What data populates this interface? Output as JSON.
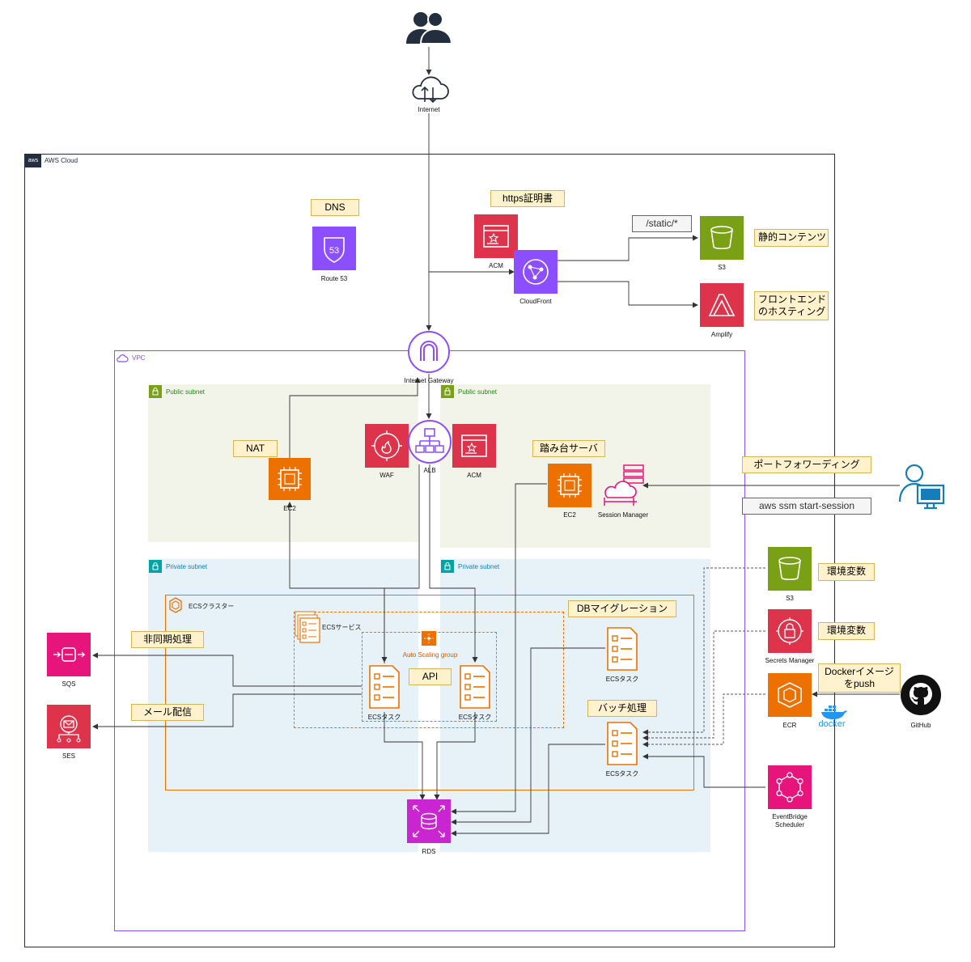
{
  "groups": {
    "aws_cloud": "AWS Cloud",
    "vpc": "VPC",
    "public_subnet_1": "Public subnet",
    "public_subnet_2": "Public subnet",
    "private_subnet_1": "Private subnet",
    "private_subnet_2": "Private subnet",
    "ecs_cluster": "ECSクラスター",
    "ecs_service": "ECSサービス",
    "auto_scaling": "Auto Scaling group"
  },
  "nodes": {
    "internet": "Internet",
    "route53": "Route 53",
    "acm_top": "ACM",
    "cloudfront": "CloudFront",
    "s3_static": "S3",
    "amplify": "Amplify",
    "igw": "Internet Gateway",
    "ec2_nat": "EC2",
    "waf": "WAF",
    "alb": "ALB",
    "acm_alb": "ACM",
    "ec2_bastion": "EC2",
    "session_manager": "Session Manager",
    "s3_env": "S3",
    "secrets_manager": "Secrets Manager",
    "ecr": "ECR",
    "github": "GitHub",
    "docker": "docker",
    "eventbridge": "EventBridge\nScheduler",
    "sqs": "SQS",
    "ses": "SES",
    "ecs_task_api_1": "ECSタスク",
    "ecs_task_api_2": "ECSタスク",
    "ecs_task_migration": "ECSタスク",
    "ecs_task_batch": "ECSタスク",
    "rds": "RDS"
  },
  "notes": {
    "dns": "DNS",
    "https_cert": "https証明書",
    "static_path": "/static/*",
    "static_content": "静的コンテンツ",
    "frontend_hosting": "フロントエンド\nのホスティング",
    "nat": "NAT",
    "bastion": "踏み台サーバ",
    "port_forwarding": "ポートフォワーディング",
    "ssm_command": "aws ssm start-session",
    "env_var_1": "環境変数",
    "env_var_2": "環境変数",
    "docker_push": "Dockerイメージ\nをpush",
    "db_migration": "DBマイグレーション",
    "batch": "バッチ処理",
    "api": "API",
    "async": "非同期処理",
    "mail": "メール配信"
  },
  "colors": {
    "compute": "#ed7100",
    "security": "#dd344c",
    "network": "#8c4fff",
    "storage": "#7aa116",
    "database": "#c925d1",
    "integration": "#e7157b",
    "vpc_border": "#8c4fff",
    "public_subnet_bg": "#f2f3e9",
    "private_subnet_bg": "#e6f2f8",
    "note_bg": "#fff2cc",
    "note_border": "#d6b656"
  },
  "icons": {
    "users": "users-icon",
    "internet": "cloud-upload-download-icon",
    "route53": "route53-shield-icon",
    "acm": "certificate-icon",
    "cloudfront": "globe-network-icon",
    "s3": "bucket-icon",
    "amplify": "amplify-triangle-icon",
    "igw": "gateway-arch-icon",
    "ec2": "chip-icon",
    "waf": "firewall-icon",
    "alb": "load-balancer-icon",
    "session_manager": "cloud-server-icon",
    "admin": "admin-user-computer-icon",
    "secrets_manager": "lock-icon",
    "ecr": "container-registry-icon",
    "github": "github-octocat-icon",
    "docker": "docker-whale-icon",
    "eventbridge": "event-scheduler-icon",
    "sqs": "queue-icon",
    "ses": "envelope-icon",
    "ecs_task": "task-list-icon",
    "rds": "database-icon"
  }
}
